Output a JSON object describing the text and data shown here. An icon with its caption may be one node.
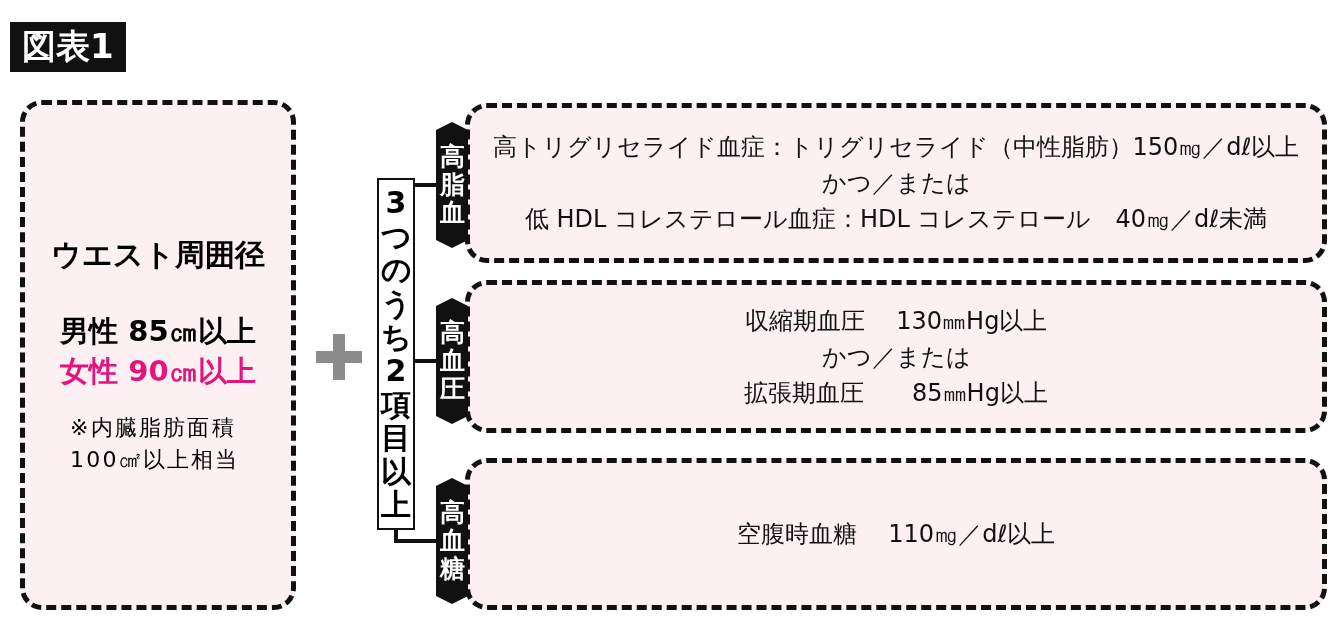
{
  "diagram": {
    "title": "図表1",
    "nodes": [
      {
        "text": [
          "ウエスト周囲径",
          "男性 85㎝以上",
          "女性 90㎝以上",
          "※内臓脂肪面積100㎠以上相当"
        ]
      },
      {
        "text": [
          "3つのうち2項目以上"
        ]
      },
      {
        "text": [
          "高脂血"
        ]
      },
      {
        "text": [
          "高トリグリセライド血症：トリグリセライド（中性脂肪）150㎎／dℓ以上",
          "かつ／または",
          "低 HDL コレステロール血症：HDL コレステロール　40㎎／dℓ未満"
        ]
      },
      {
        "text": [
          "高血圧"
        ]
      },
      {
        "text": [
          "収縮期血圧　 130㎜Hg以上",
          "かつ／または",
          "拡張期血圧　　85㎜Hg以上"
        ]
      },
      {
        "text": [
          "高血糖"
        ]
      },
      {
        "text": [
          "空腹時血糖　 110㎎／dℓ以上"
        ]
      }
    ],
    "edges": [
      {
        "from": 1,
        "to": 2,
        "arrow": "none"
      },
      {
        "from": 1,
        "to": 4,
        "arrow": "none"
      },
      {
        "from": 1,
        "to": 6,
        "arrow": "none"
      }
    ]
  }
}
